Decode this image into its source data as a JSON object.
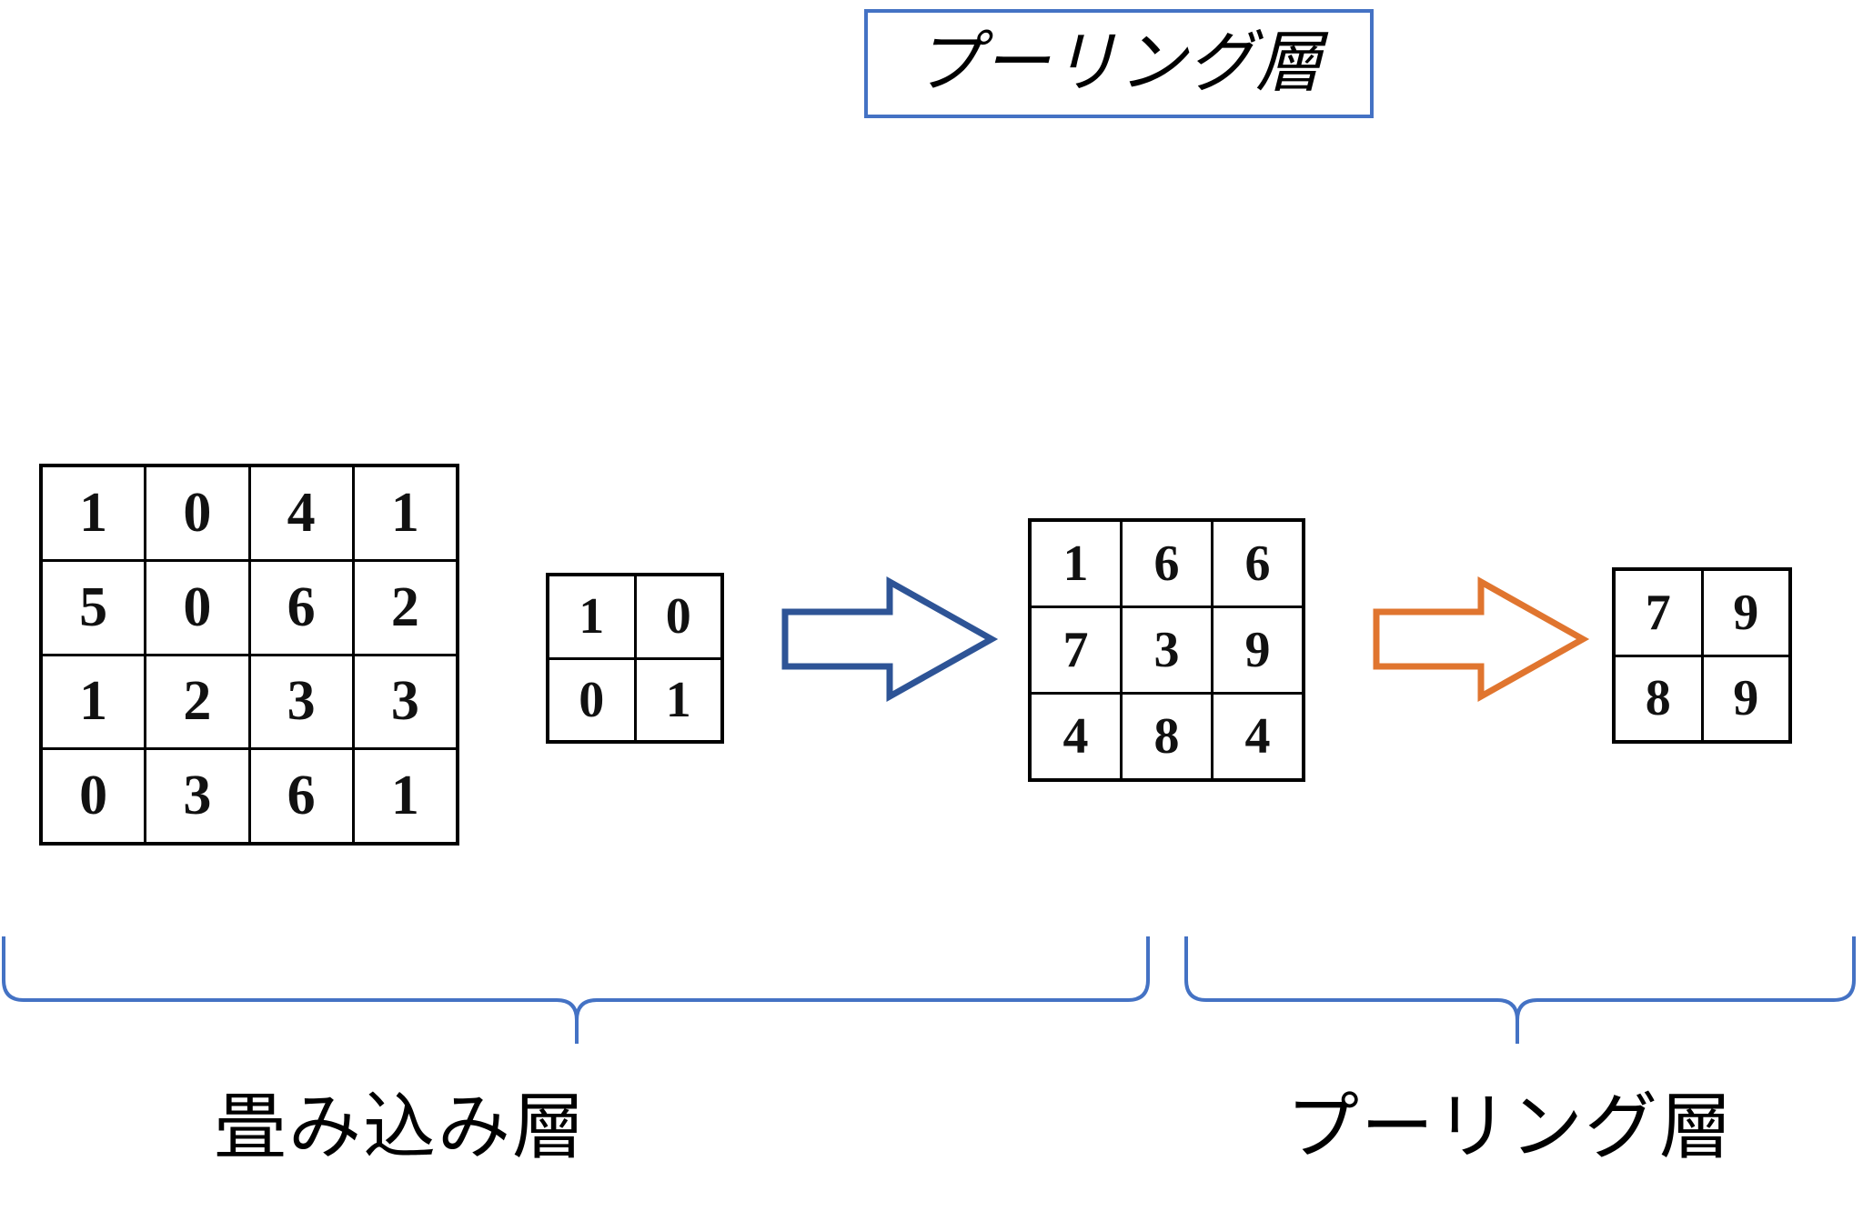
{
  "title": {
    "text": "プーリング層",
    "border_color": "#4472C4"
  },
  "matrices": {
    "input": {
      "name": "input-feature-map",
      "rows": 4,
      "cols": 4,
      "values": [
        [
          "1",
          "0",
          "4",
          "1"
        ],
        [
          "5",
          "0",
          "6",
          "2"
        ],
        [
          "1",
          "2",
          "3",
          "3"
        ],
        [
          "0",
          "3",
          "6",
          "1"
        ]
      ]
    },
    "kernel": {
      "name": "convolution-kernel",
      "rows": 2,
      "cols": 2,
      "values": [
        [
          "1",
          "0"
        ],
        [
          "0",
          "1"
        ]
      ]
    },
    "feature": {
      "name": "convolved-feature-map",
      "rows": 3,
      "cols": 3,
      "values": [
        [
          "1",
          "6",
          "6"
        ],
        [
          "7",
          "3",
          "9"
        ],
        [
          "4",
          "8",
          "4"
        ]
      ]
    },
    "output": {
      "name": "pooled-output",
      "rows": 2,
      "cols": 2,
      "values": [
        [
          "7",
          "9"
        ],
        [
          "8",
          "9"
        ]
      ]
    }
  },
  "arrows": {
    "convolution": {
      "icon": "block-arrow-right-icon",
      "color": "#2E5496"
    },
    "pooling": {
      "icon": "block-arrow-right-icon",
      "color": "#E0752F"
    }
  },
  "braces": {
    "color": "#4472C4",
    "conv_label": "畳み込み層",
    "pool_label": "プーリング層"
  }
}
